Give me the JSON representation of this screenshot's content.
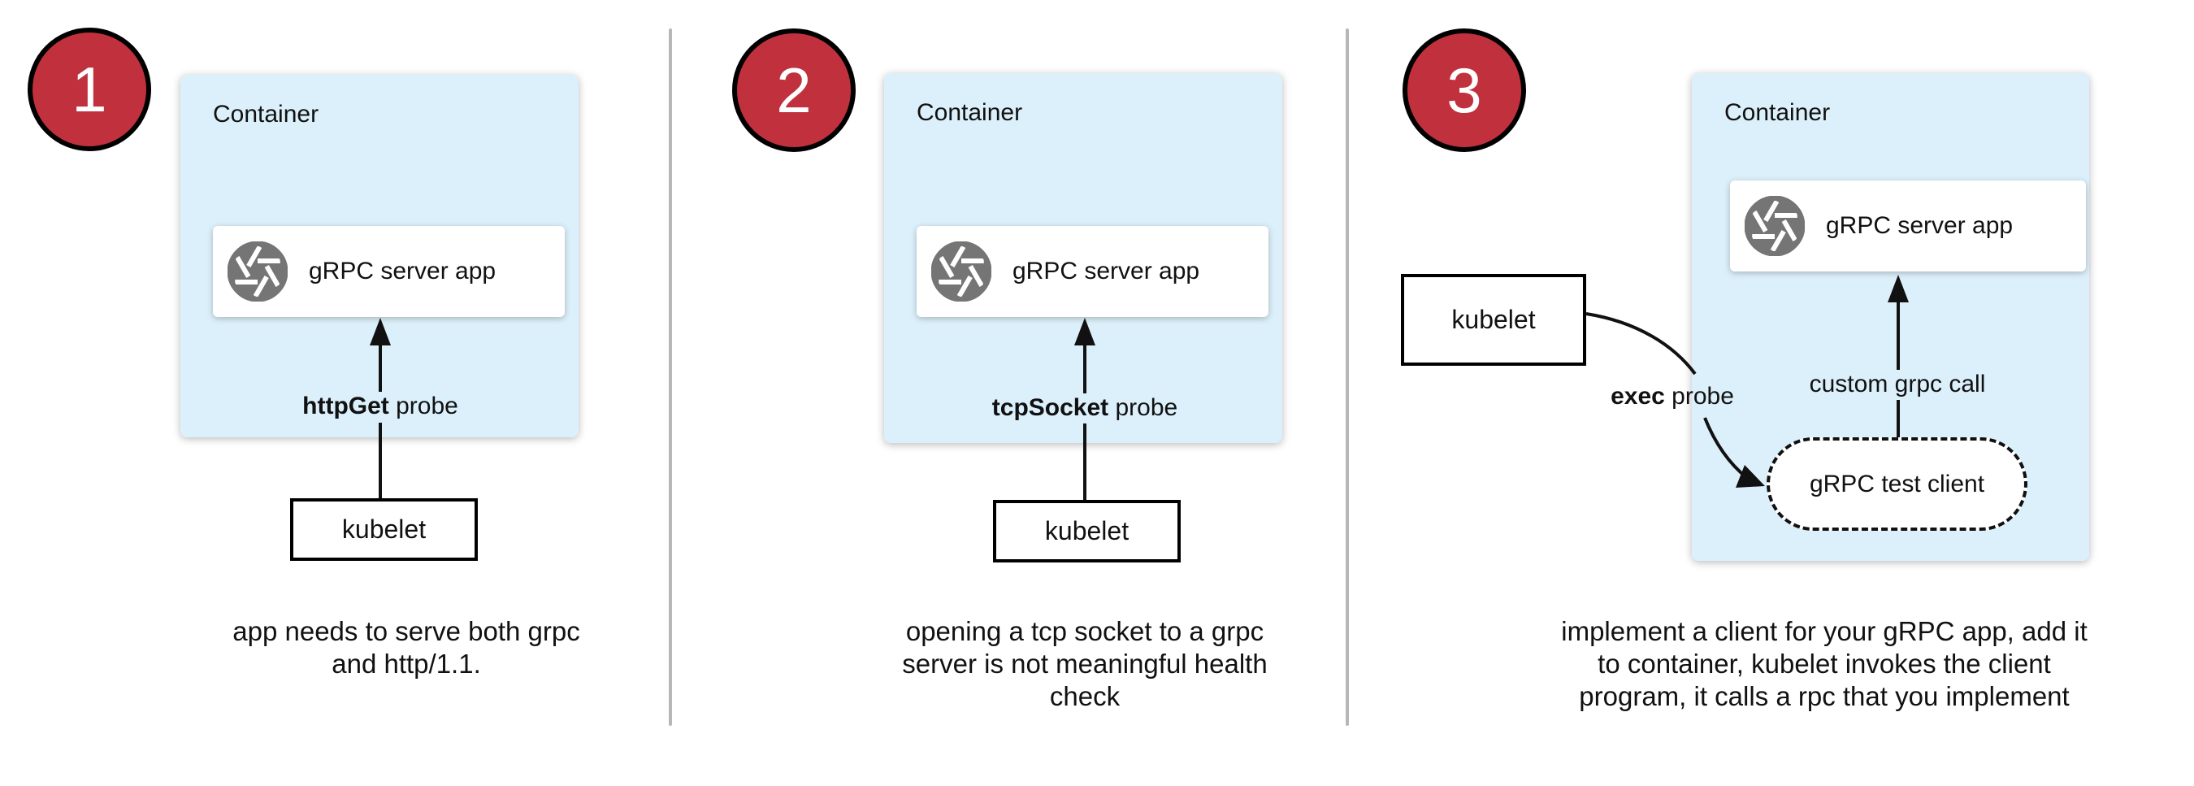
{
  "colors": {
    "badge_red": "#C0313D",
    "container_blue": "#DCF0FB",
    "icon_gray": "#757575",
    "divider_gray": "#B7B7B7",
    "line_black": "#111111"
  },
  "panels": [
    {
      "badge": "1",
      "container_label": "Container",
      "app_label": "gRPC server app",
      "app_icon": "aperture-icon",
      "probe_bold": "httpGet",
      "probe_rest": " probe",
      "kubelet_label": "kubelet",
      "caption_lines": [
        "app needs to serve both grpc",
        "and http/1.1."
      ]
    },
    {
      "badge": "2",
      "container_label": "Container",
      "app_label": "gRPC server app",
      "app_icon": "aperture-icon",
      "probe_bold": "tcpSocket",
      "probe_rest": " probe",
      "kubelet_label": "kubelet",
      "caption_lines": [
        "opening a tcp socket to a grpc",
        "server is not meaningful health",
        "check"
      ]
    },
    {
      "badge": "3",
      "container_label": "Container",
      "app_label": "gRPC server app",
      "app_icon": "aperture-icon",
      "probe_bold": "exec",
      "probe_rest": " probe",
      "call_label": "custom grpc call",
      "client_label": "gRPC test client",
      "kubelet_label": "kubelet",
      "caption_lines": [
        "implement a client for your gRPC app, add it",
        "to container, kubelet invokes the client",
        "program, it calls a rpc that you implement"
      ]
    }
  ]
}
